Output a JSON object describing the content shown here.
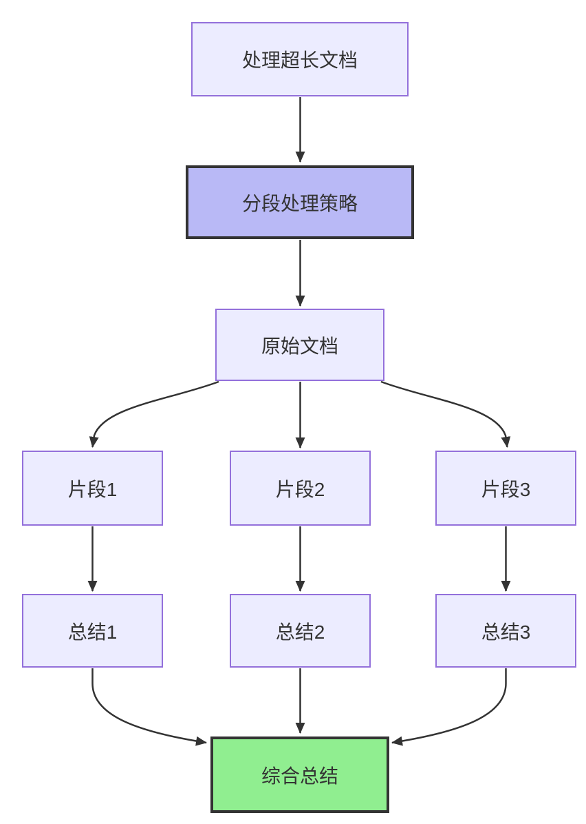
{
  "diagram": {
    "type": "flowchart",
    "direction": "top-down",
    "nodes": [
      {
        "id": "A",
        "label": "处理超长文档",
        "style": "default"
      },
      {
        "id": "B",
        "label": "分段处理策略",
        "style": "highlight"
      },
      {
        "id": "C",
        "label": "原始文档",
        "style": "default"
      },
      {
        "id": "D1",
        "label": "片段1",
        "style": "default"
      },
      {
        "id": "D2",
        "label": "片段2",
        "style": "default"
      },
      {
        "id": "D3",
        "label": "片段3",
        "style": "default"
      },
      {
        "id": "E1",
        "label": "总结1",
        "style": "default"
      },
      {
        "id": "E2",
        "label": "总结2",
        "style": "default"
      },
      {
        "id": "E3",
        "label": "总结3",
        "style": "default"
      },
      {
        "id": "F",
        "label": "综合总结",
        "style": "success"
      }
    ],
    "edges": [
      {
        "from": "A",
        "to": "B"
      },
      {
        "from": "B",
        "to": "C"
      },
      {
        "from": "C",
        "to": "D1"
      },
      {
        "from": "C",
        "to": "D2"
      },
      {
        "from": "C",
        "to": "D3"
      },
      {
        "from": "D1",
        "to": "E1"
      },
      {
        "from": "D2",
        "to": "E2"
      },
      {
        "from": "D3",
        "to": "E3"
      },
      {
        "from": "E1",
        "to": "F"
      },
      {
        "from": "E2",
        "to": "F"
      },
      {
        "from": "E3",
        "to": "F"
      }
    ],
    "colors": {
      "node_fill": "#ECECFF",
      "node_border": "#9370DB",
      "highlight_fill": "#B9B9F6",
      "highlight_border": "#333333",
      "success_fill": "#90EE90",
      "success_border": "#333333",
      "edge": "#333333",
      "text": "#333333",
      "background": "#FFFFFF"
    }
  }
}
